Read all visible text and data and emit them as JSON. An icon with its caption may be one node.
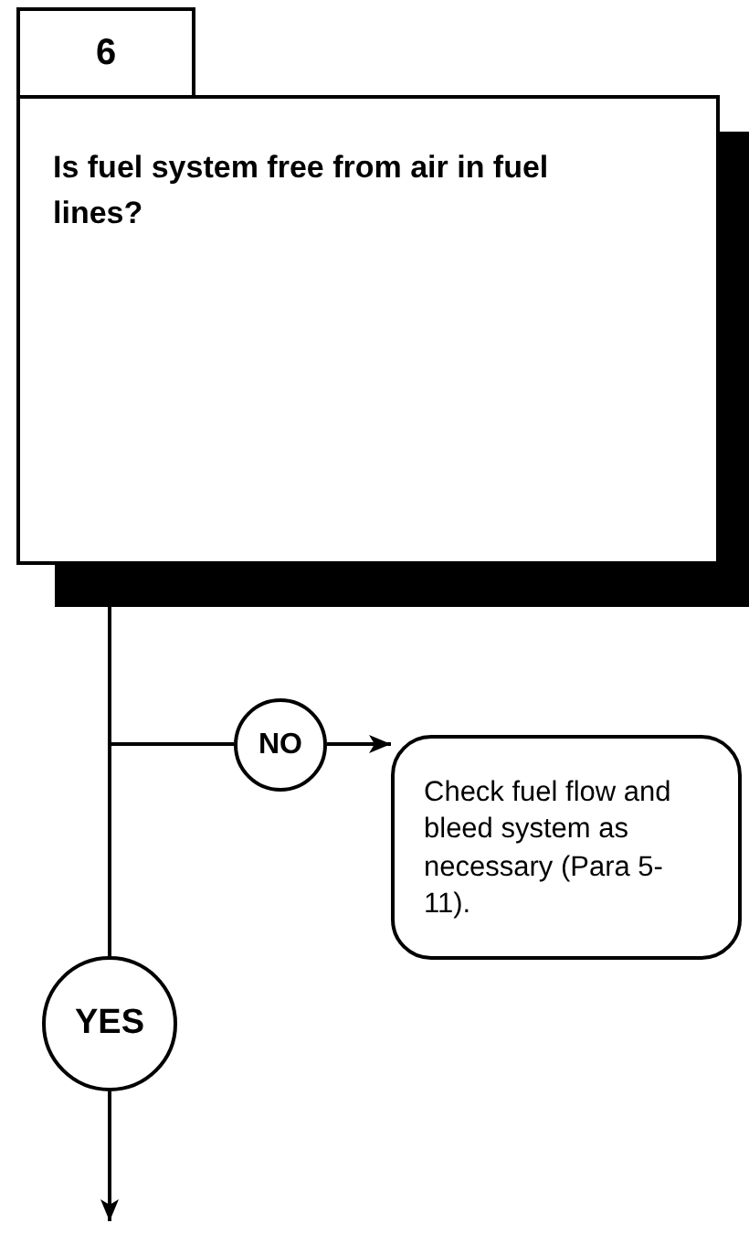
{
  "diagram": {
    "nodes": [
      {
        "text": [
          "6"
        ]
      },
      {
        "text": [
          "Is fuel system free from air in fuel lines?"
        ]
      },
      {
        "text": [
          "NO"
        ]
      },
      {
        "text": [
          "Check fuel flow and bleed system as necessary (Para 5-11)."
        ]
      },
      {
        "text": [
          "YES"
        ]
      }
    ],
    "edges": [
      {
        "from": 1,
        "to": 2,
        "arrow": "none"
      },
      {
        "from": 2,
        "to": 3,
        "arrow": "to"
      },
      {
        "from": 1,
        "to": 4,
        "arrow": "none"
      },
      {
        "from": 4,
        "to": null,
        "arrow": "to"
      }
    ]
  }
}
